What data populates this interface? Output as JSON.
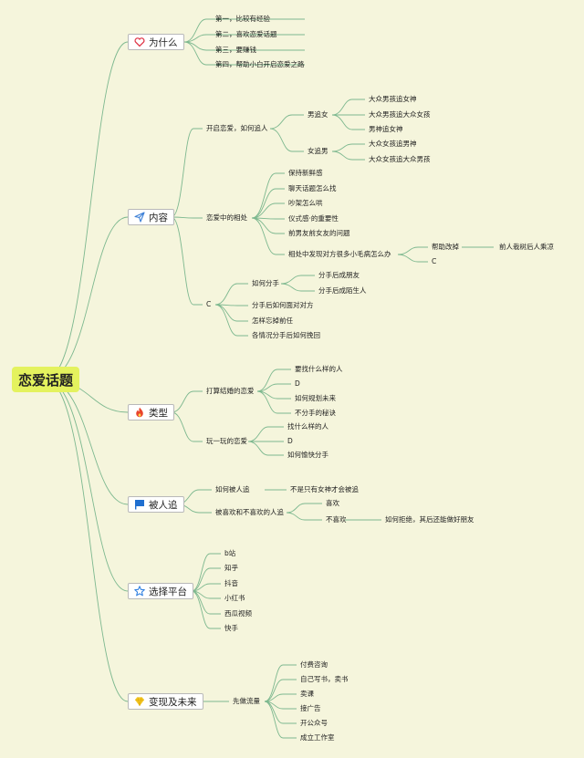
{
  "root": {
    "title": "恋爱话题"
  },
  "branches": {
    "why": {
      "label": "为什么",
      "icon": "heart-icon"
    },
    "content": {
      "label": "内容",
      "icon": "paper-plane-icon"
    },
    "type": {
      "label": "类型",
      "icon": "fire-icon"
    },
    "pursued": {
      "label": "被人追",
      "icon": "flag-icon"
    },
    "platform": {
      "label": "选择平台",
      "icon": "star-icon"
    },
    "monetize": {
      "label": "变现及未来",
      "icon": "gem-icon"
    }
  },
  "why": {
    "items": [
      "第一，比较有经验",
      "第二，喜欢恋爱话题",
      "第三，要赚钱",
      "第四，帮助小白开启恋爱之路"
    ]
  },
  "content": {
    "start": "开启恋爱，如何追人",
    "boy_chase": "男追女",
    "boy_items": [
      "大众男孩追女神",
      "大众男孩追大众女孩",
      "男神追女神"
    ],
    "girl_chase": "女追男",
    "girl_items": [
      "大众女孩追男神",
      "大众女孩追大众男孩"
    ],
    "together": "恋爱中的相处",
    "together_items": [
      "保持新鲜感",
      "聊天话题怎么找",
      "吵架怎么哄",
      "仪式感·的重要性",
      "前男友前女友的问题"
    ],
    "flaws": "相处中发现对方很多小毛病怎么办",
    "help_change": "帮助改掉",
    "predecessor": "前人栽树后人乘凉",
    "c1": "C",
    "c2": "C",
    "breakup": "如何分手",
    "breakup_items": [
      "分手后成朋友",
      "分手后成陌生人"
    ],
    "after_items": [
      "分手后如何面对对方",
      "怎样忘掉前任",
      "各情况分手后如何挽回"
    ]
  },
  "type": {
    "marriage": "打算结婚的恋爱",
    "marriage_items": [
      "要找什么样的人",
      "D",
      "如何规划未来",
      "不分手的秘诀"
    ],
    "casual": "玩一玩的恋爱",
    "casual_items": [
      "找什么样的人",
      "D",
      "如何愉快分手"
    ]
  },
  "pursued": {
    "how": "如何被人追",
    "not_only": "不是只有女神才会被追",
    "like_dislike": "被喜欢和不喜欢的人追",
    "like": "喜欢",
    "dislike": "不喜欢",
    "reject": "如何拒绝，其后还能做好朋友"
  },
  "platform": {
    "items": [
      "b站",
      "知乎",
      "抖音",
      "小红书",
      "西瓜视频",
      "快手"
    ]
  },
  "monetize": {
    "traffic": "先做流量",
    "items": [
      "付费咨询",
      "自己写书，卖书",
      "卖课",
      "接广告",
      "开公众号",
      "成立工作室"
    ]
  },
  "colors": {
    "line": "#7db88f",
    "root_fill": "#e4f25e",
    "background": "#f5f5dc",
    "heart": "#e0394a",
    "plane": "#3b7fd6",
    "fire": "#e8452c",
    "flag": "#1f6fd0",
    "star": "#2f7fe0",
    "gem": "#f3c623"
  }
}
